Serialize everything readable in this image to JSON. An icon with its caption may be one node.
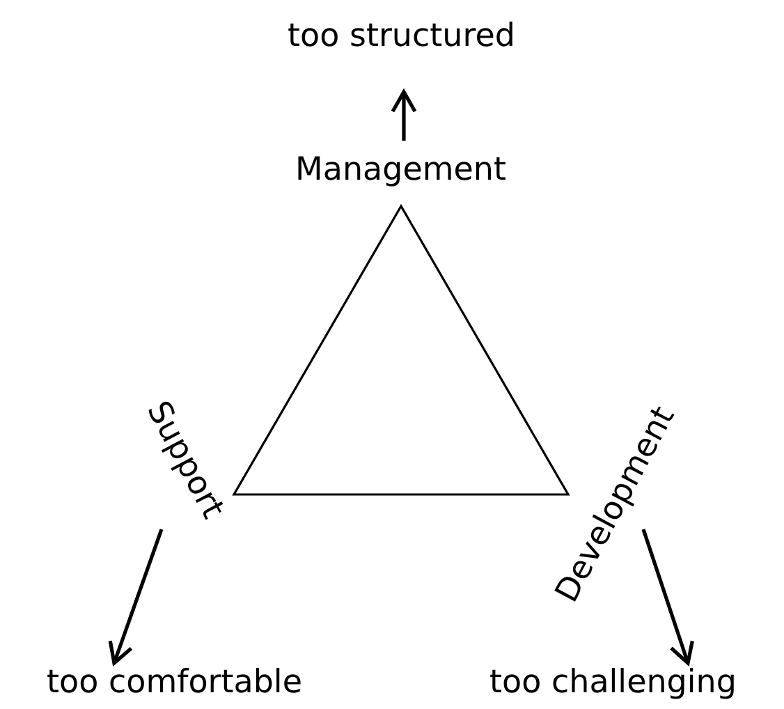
{
  "diagram": {
    "nodes": [
      {
        "text": [
          "too structured"
        ]
      },
      {
        "text": [
          "Management"
        ]
      },
      {
        "text": [
          "Support"
        ]
      },
      {
        "text": [
          "too comfortable"
        ]
      },
      {
        "text": [
          "Development"
        ]
      },
      {
        "text": [
          "too challenging"
        ]
      },
      {
        "text": [],
        "shape": "triangle"
      }
    ],
    "edges": [
      {
        "from": 1,
        "to": 0,
        "arrow": "to"
      },
      {
        "from": 2,
        "to": 3,
        "arrow": "to"
      },
      {
        "from": 4,
        "to": 5,
        "arrow": "to"
      }
    ]
  }
}
